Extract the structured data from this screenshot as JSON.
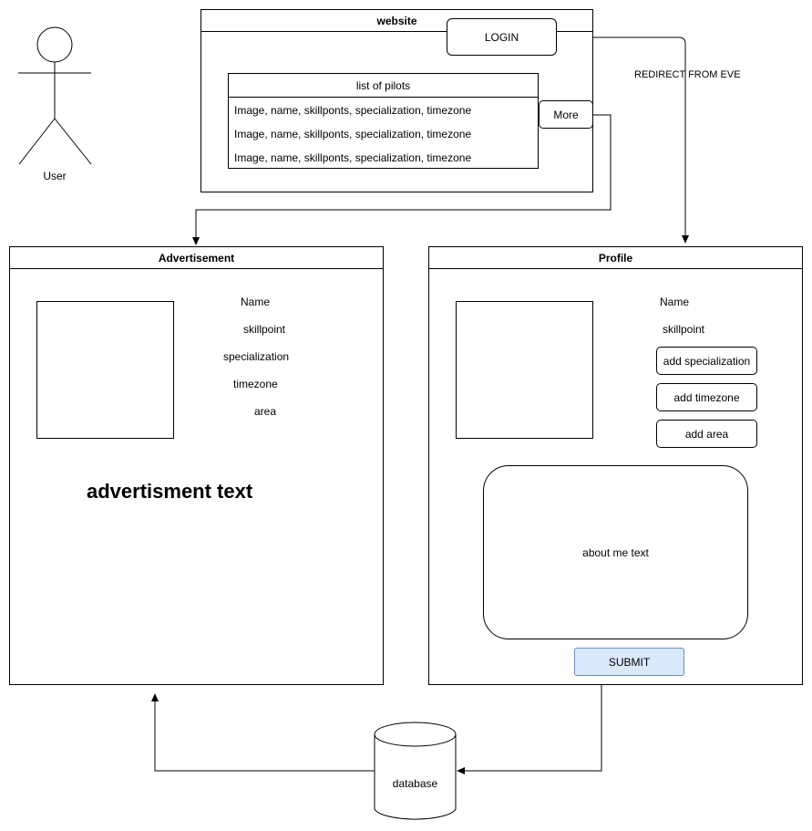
{
  "actor": {
    "label": "User"
  },
  "website": {
    "title": "website",
    "login_button": "LOGIN",
    "more_button": "More",
    "pilot_list": {
      "title": "list of pilots",
      "rows": [
        "Image, name, skillponts, specialization, timezone",
        "Image, name, skillponts, specialization, timezone",
        "Image, name, skillponts, specialization, timezone"
      ]
    }
  },
  "redirect_label": "REDIRECT FROM EVE",
  "advertisement": {
    "title": "Advertisement",
    "fields": [
      "Name",
      "skillpoint",
      "specialization",
      "timezone",
      "area"
    ],
    "body_text": "advertisment text"
  },
  "profile": {
    "title": "Profile",
    "name": "Name",
    "skillpoint": "skillpoint",
    "buttons": [
      "add specialization",
      "add timezone",
      "add area"
    ],
    "about_text": "about me text",
    "submit": "SUBMIT"
  },
  "database": {
    "label": "database"
  },
  "colors": {
    "submit_fill": "#dae8fc",
    "submit_border": "#6c8ebf",
    "stroke": "#000000"
  }
}
